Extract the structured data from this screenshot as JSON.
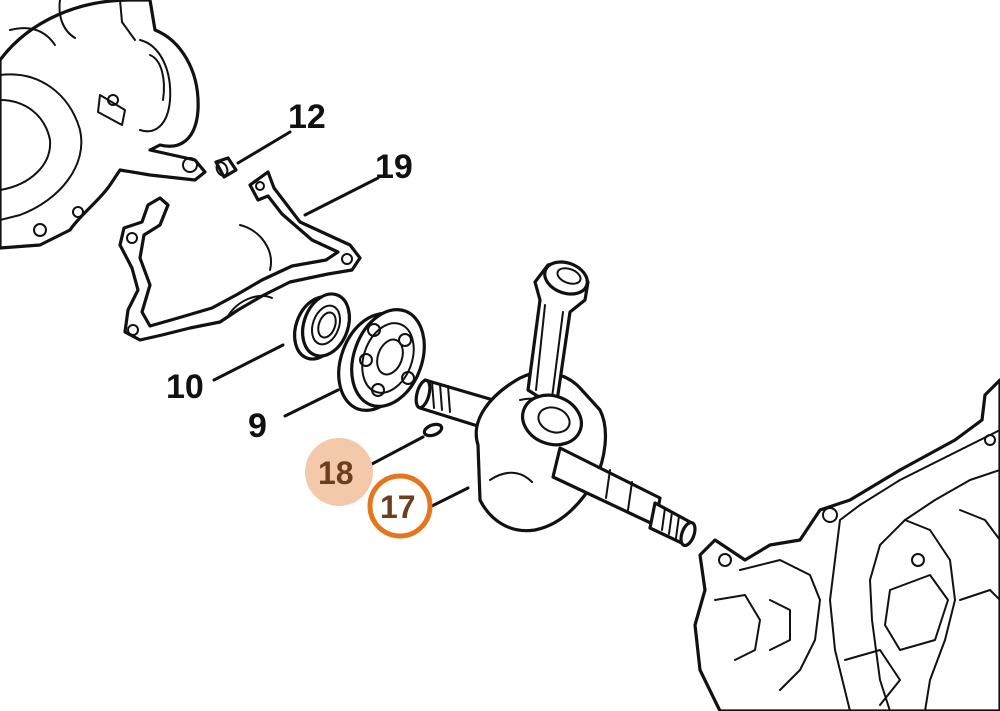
{
  "callouts": {
    "c12": "12",
    "c19": "19",
    "c10": "10",
    "c9": "9",
    "c18": "18",
    "c17": "17"
  },
  "colors": {
    "line": "#111111",
    "highlight_soft": "#f3c9a9",
    "highlight_ring": "#e5761e",
    "callout_text_highlight": "#6b3f1e"
  }
}
